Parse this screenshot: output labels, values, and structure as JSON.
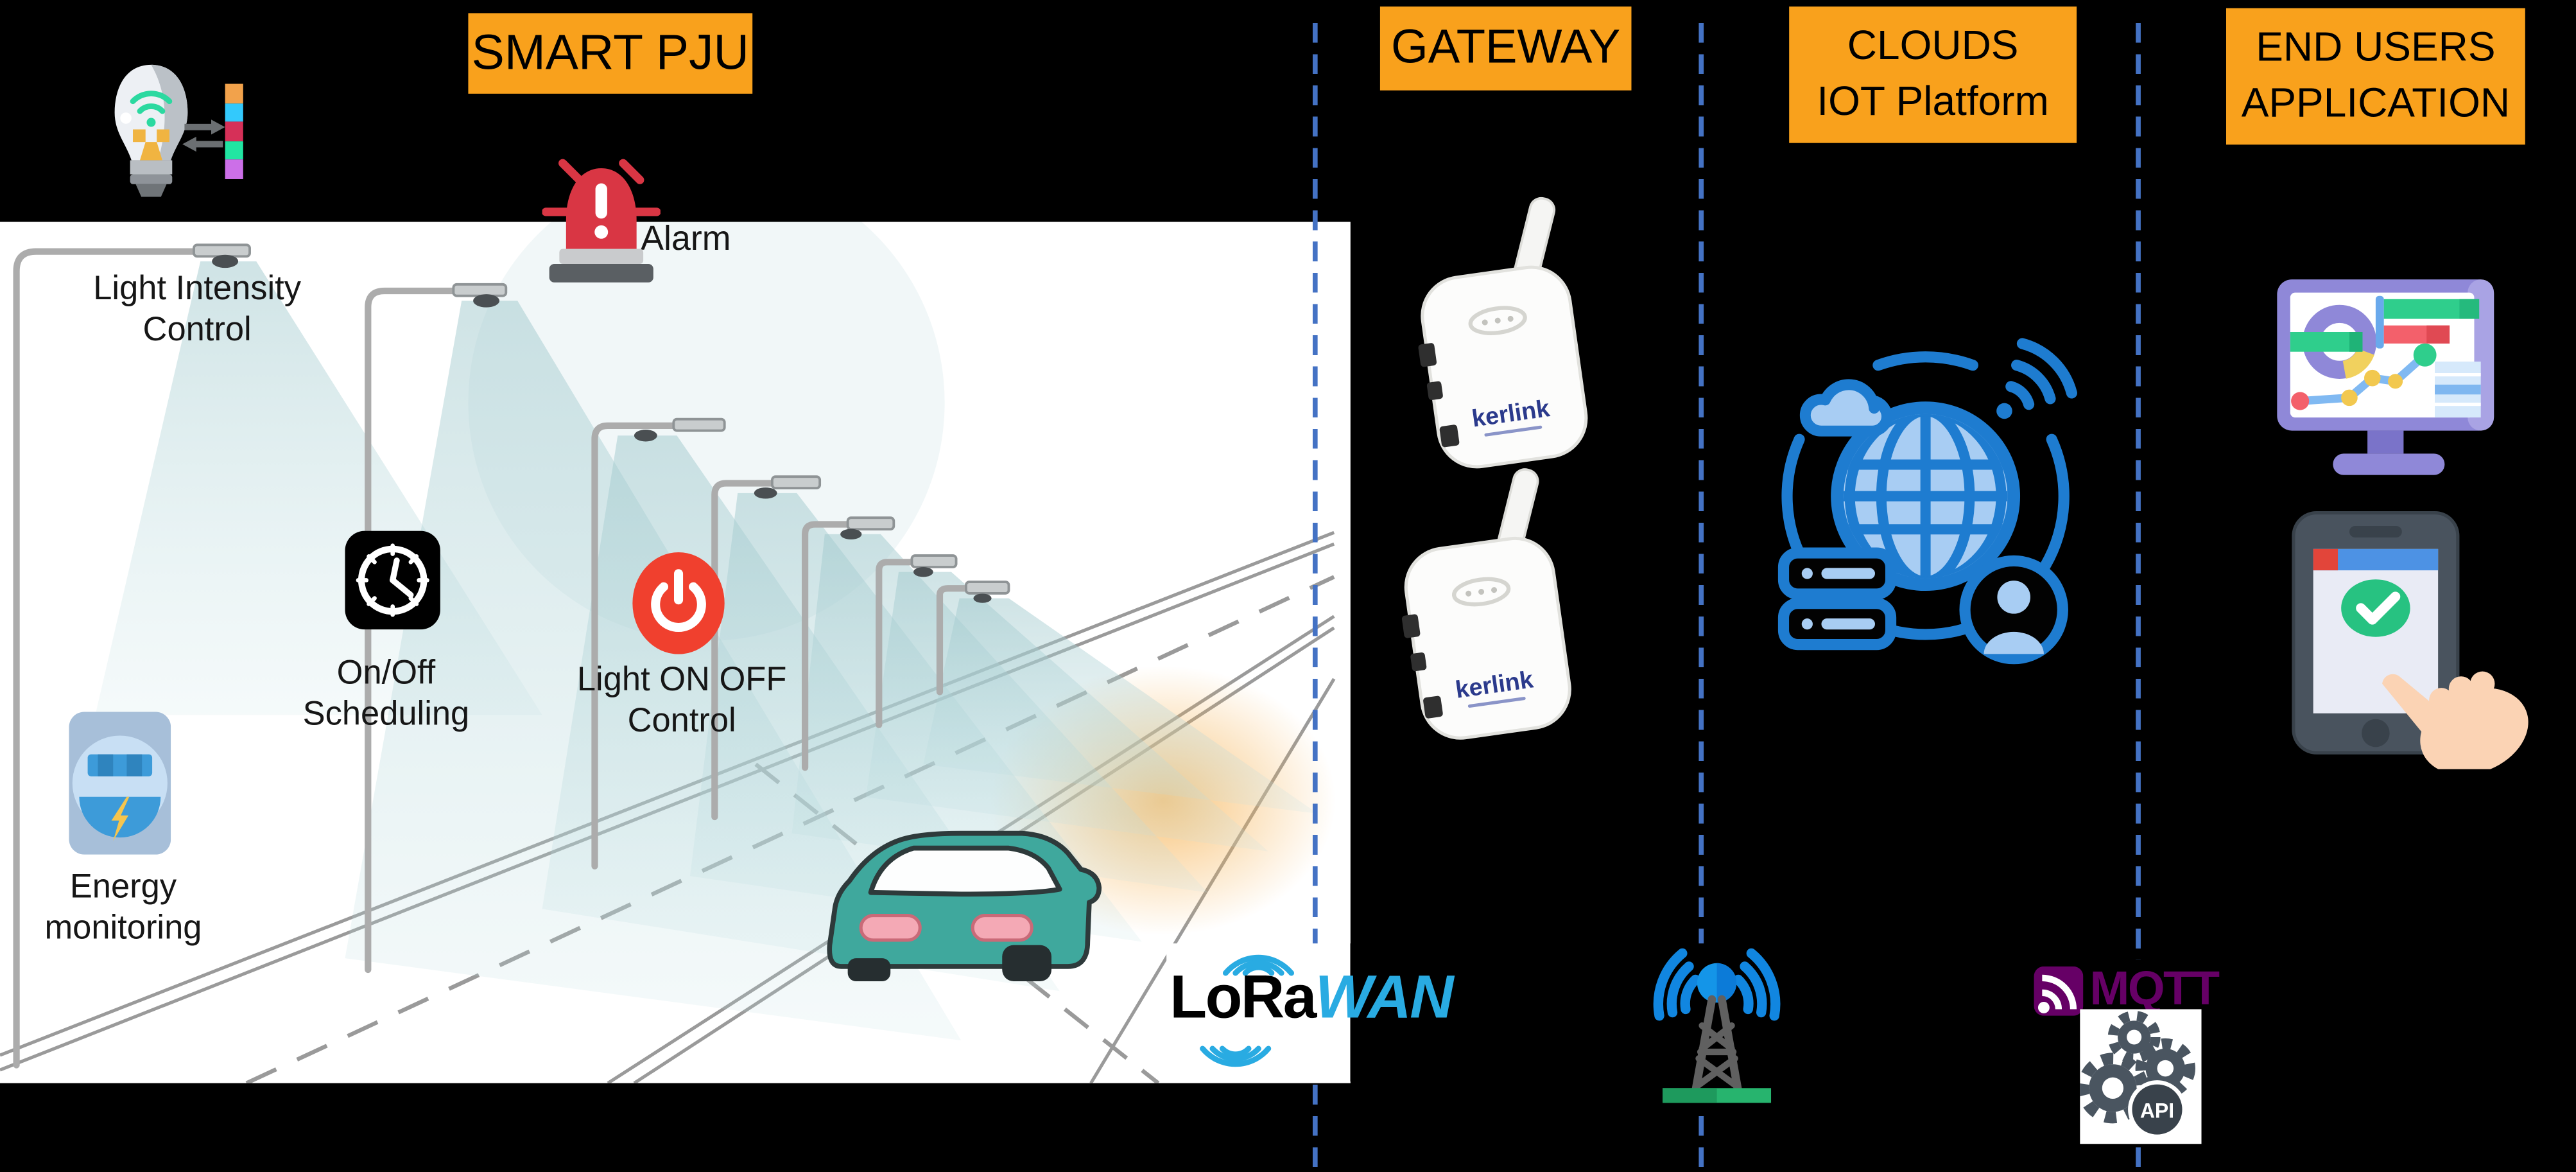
{
  "headers": {
    "smart_pju": "SMART PJU",
    "gateway": "GATEWAY",
    "clouds_line1": "CLOUDS",
    "clouds_line2": "IOT Platform",
    "end_users_line1": "END USERS",
    "end_users_line2": "APPLICATION"
  },
  "scene": {
    "light_intensity_line1": "Light Intensity",
    "light_intensity_line2": "Control",
    "alarm_label": "Alarm",
    "scheduling_line1": "On/Off",
    "scheduling_line2": "Scheduling",
    "light_onoff_line1": "Light ON OFF",
    "light_onoff_line2": "Control",
    "energy_line1": "Energy",
    "energy_line2": "monitoring"
  },
  "logos": {
    "lora": "LoRa",
    "wan": "WAN",
    "kerlink": "kerlink",
    "mqtt": "MQTT",
    "api": "API"
  },
  "colors": {
    "accent_orange": "#F9A11C",
    "separator_blue": "#4472C4",
    "lorawan_blue": "#29ABE2",
    "mqtt_purple": "#660066",
    "iot_blue": "#1E7CD0",
    "iot_light_blue": "#A8CDF3",
    "power_red": "#F0402E",
    "alarm_red": "#D93644",
    "car_teal": "#3FA89D",
    "kerlink_blue": "#2B3A8C",
    "antenna_green": "#27B46E",
    "monitor_purple": "#8F88D8",
    "phone_slate": "#49535E",
    "hand_skin": "#FBD3B4",
    "energy_meter_blue": "#3D9BD9",
    "bulb_wifi_green": "#2BD9A0",
    "color_bar_segments": [
      "#F2A24B",
      "#33C9FC",
      "#D63058",
      "#21E5A2",
      "#CC6FE8"
    ]
  },
  "icons": {
    "smart-bulb-icon": "light bulb with green wifi waves and orange filament",
    "data-exchange-icon": "two opposing gray horizontal arrows",
    "status-color-bar": "vertical bar of five colored segments",
    "alarm-icon": "red siren lamp with white exclamation mark on gray base",
    "clock-icon": "white clock in black rounded square",
    "power-icon": "white power symbol in red circle",
    "energy-meter-icon": "blue electricity meter with yellow lightning bolt",
    "street-scene": "road with seven smart street lights, light cones and teal car",
    "lorawan-logo": "LoRa wordmark with blue arcs plus blue italic WAN",
    "gateway-device-icon": "white kerlink LoRaWAN gateway box with antenna",
    "antenna-tower-icon": "gray lattice radio tower, blue signal arcs, green base",
    "cloud-iot-icon": "blue globe ringed by cloud, wifi, server and user",
    "mqtt-logo": "purple signal square plus MQTT wordmark",
    "api-gears-icon": "dark gears with API badge on white card",
    "dashboard-monitor-icon": "purple monitor showing donut, bars, line chart",
    "mobile-app-icon": "hand tapping phone with green checkmark"
  }
}
